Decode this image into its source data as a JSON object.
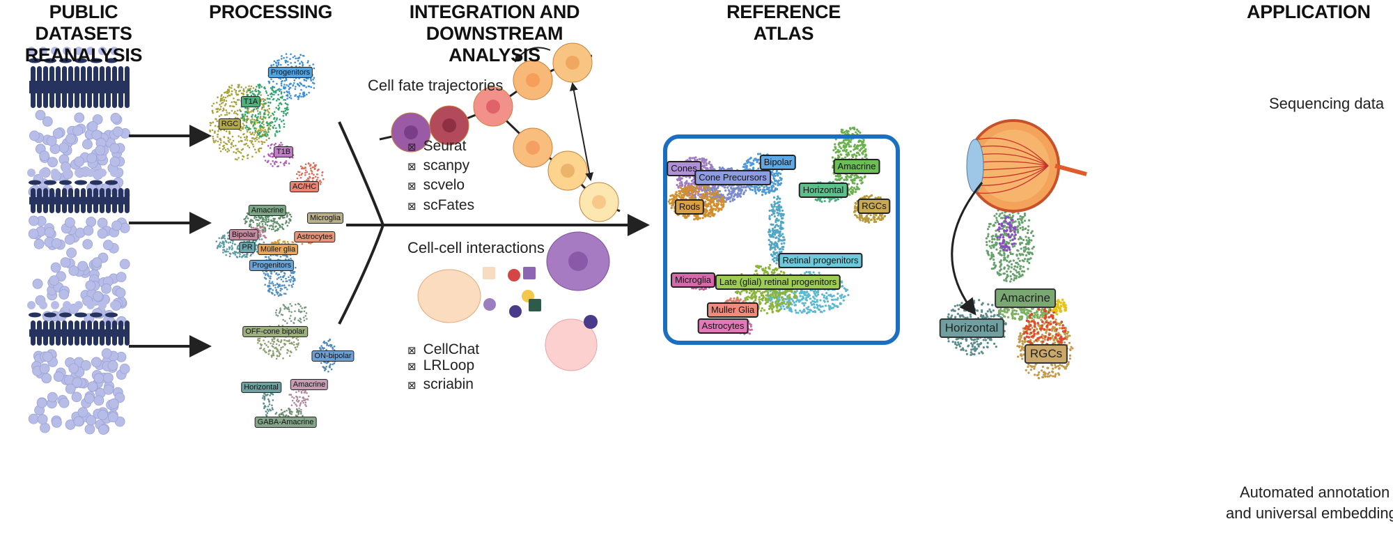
{
  "headers": {
    "public_datasets": [
      "PUBLIC DATASETS",
      "REANALYSIS"
    ],
    "processing": "PROCESSING",
    "integration": [
      "INTEGRATION AND",
      "DOWNSTREAM ANALYSIS"
    ],
    "reference_atlas": "REFERENCE ATLAS",
    "application": "APPLICATION"
  },
  "processing": {
    "umap1_labels": [
      "Progenitors",
      "T1A",
      "RGC",
      "T1B",
      "AC/HC"
    ],
    "umap2_labels": [
      "Amacrine",
      "Microglia",
      "Bipolar",
      "Astrocytes",
      "PR",
      "Müller glia",
      "Progenitors"
    ],
    "umap3_labels": [
      "OFF-cone bipolar",
      "ON-bipolar",
      "Horizontal",
      "Amacrine",
      "GABA-Amacrine"
    ]
  },
  "integration": {
    "trajectories_title": "Cell fate trajectories",
    "trajectory_tools": [
      "Seurat",
      "scanpy",
      "scvelo",
      "scFates"
    ],
    "interactions_title": "Cell-cell interactions",
    "interaction_tools": [
      "CellChat",
      "LRLoop",
      "scriabin"
    ],
    "checkbox_glyph": "⊠"
  },
  "atlas": {
    "border_color": "#1b6fc0",
    "labels": [
      "Cones",
      "Cone Precursors",
      "Bipolar",
      "Amacrine",
      "Horizontal",
      "Rods",
      "RGCs",
      "Retinal progenitors",
      "Microglia",
      "Late (glial) retinal progenitors",
      "Muller Glia",
      "Astrocytes"
    ]
  },
  "application": {
    "sequencing_label": "Sequencing data",
    "labels": [
      "Amacrine",
      "Horizontal",
      "RGCs"
    ],
    "caption": [
      "Automated annotation",
      "and universal embedding"
    ]
  }
}
